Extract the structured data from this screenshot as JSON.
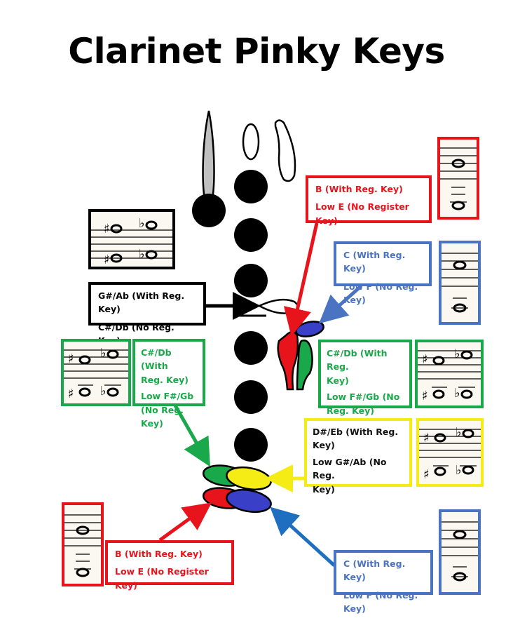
{
  "title": "Clarinet Pinky Keys",
  "colors": {
    "red": "#e8141c",
    "blue": "#4a73c2",
    "green": "#19a84a",
    "yellow": "#f5ec16",
    "black": "#000000",
    "register_key_fill": "#c0c0c0"
  },
  "labels": {
    "right_red": {
      "line1": "B (With Reg. Key)",
      "line2": "Low E (No Register Key)"
    },
    "right_blue": {
      "line1": "C (With Reg. Key)",
      "line2": "Low F (No Reg. Key)"
    },
    "left_black": {
      "line1": "G#/Ab (With Reg. Key)",
      "line2": "C#/Db (No Reg. Key)"
    },
    "left_green": {
      "line1": "C#/Db (With",
      "line1b": "Reg. Key)",
      "line2": "Low F#/Gb",
      "line2b": "(No Reg. Key)"
    },
    "right_green": {
      "line1": "C#/Db (With Reg.",
      "line1b": "Key)",
      "line2": "Low F#/Gb (No",
      "line2b": "Reg. Key)"
    },
    "right_yellow": {
      "line1": "D#/Eb (With Reg.",
      "line1b": "Key)",
      "line2": "Low G#/Ab (No Reg.",
      "line2b": "Key)"
    },
    "bottom_red": {
      "line1": "B (With Reg. Key)",
      "line2": "Low E (No Register Key)"
    },
    "bottom_blue": {
      "line1": "C (With Reg. Key)",
      "line2": "Low F (No Reg. Key)"
    }
  },
  "glyphs": {
    "whole_note": "o",
    "sharp": "♯",
    "flat": "♭"
  },
  "notation": {
    "top_right_red": [
      "B",
      "Low E"
    ],
    "top_right_blue": [
      "C",
      "Low F"
    ],
    "left_black": [
      "G#",
      "Ab",
      "C#",
      "Db"
    ],
    "left_green": [
      "C#",
      "Db",
      "F#",
      "Gb"
    ],
    "right_green": [
      "C#",
      "Db",
      "F#",
      "Gb"
    ],
    "right_yellow": [
      "D#",
      "Eb",
      "G#",
      "Ab"
    ],
    "bottom_red": [
      "B",
      "Low E"
    ],
    "bottom_blue": [
      "C",
      "Low F"
    ]
  }
}
